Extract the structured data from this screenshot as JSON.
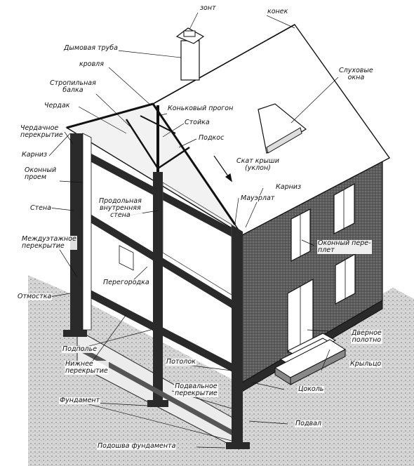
{
  "labels": {
    "zont": "зонт",
    "konek": "конек",
    "dymovaya_truba": "Дымовая труба",
    "krovlya": "кровля",
    "stropilnaya_balka": "Стропильная\nбалка",
    "slukhovye_okna": "Слуховые\nокна",
    "cherdak": "Чердак",
    "konkovy_progon": "Коньковый прогон",
    "cherdachnoe_perekrytie": "Чердачное\nперекрытие",
    "stoyka": "Стойка",
    "podkos": "Подкос",
    "karniz_left": "Карниз",
    "skat_kryshi": "Скат крыши\n(уклон)",
    "okonny_proem": "Оконный\nпроем",
    "karniz_right": "Карниз",
    "mauerlat": "Мауэрлат",
    "prodolnaya_stena": "Продольная\nвнутренняя\nстена",
    "stena": "Стена",
    "okonny_pereplet": "Оконный пере-\nплет",
    "mezhduetazhnoe": "Междуэтажное\nперекрытие",
    "peregorodka": "Перегородка",
    "otmostka": "Отмостка",
    "dvernoe_polotno": "Дверное\nполотно",
    "podpolye": "Подполье",
    "kryltso": "Крыльцо",
    "nizhnee_perekrytie": "Нижнее\nперекрытие",
    "potolok": "Потолок",
    "tsokol": "Цоколь",
    "podvalnoe_perekrytie": "Подвальное\nперекрытие",
    "fundament": "Фундамент",
    "podval": "Подвал",
    "podoshva_fundamenta": "Подошва фундамента"
  },
  "colors": {
    "ink": "#111111",
    "brick_fill": "#6e6e6e",
    "wall_section": "#2a2a2a",
    "roof_fill": "#ffffff",
    "ground": "#9a9a9a"
  }
}
